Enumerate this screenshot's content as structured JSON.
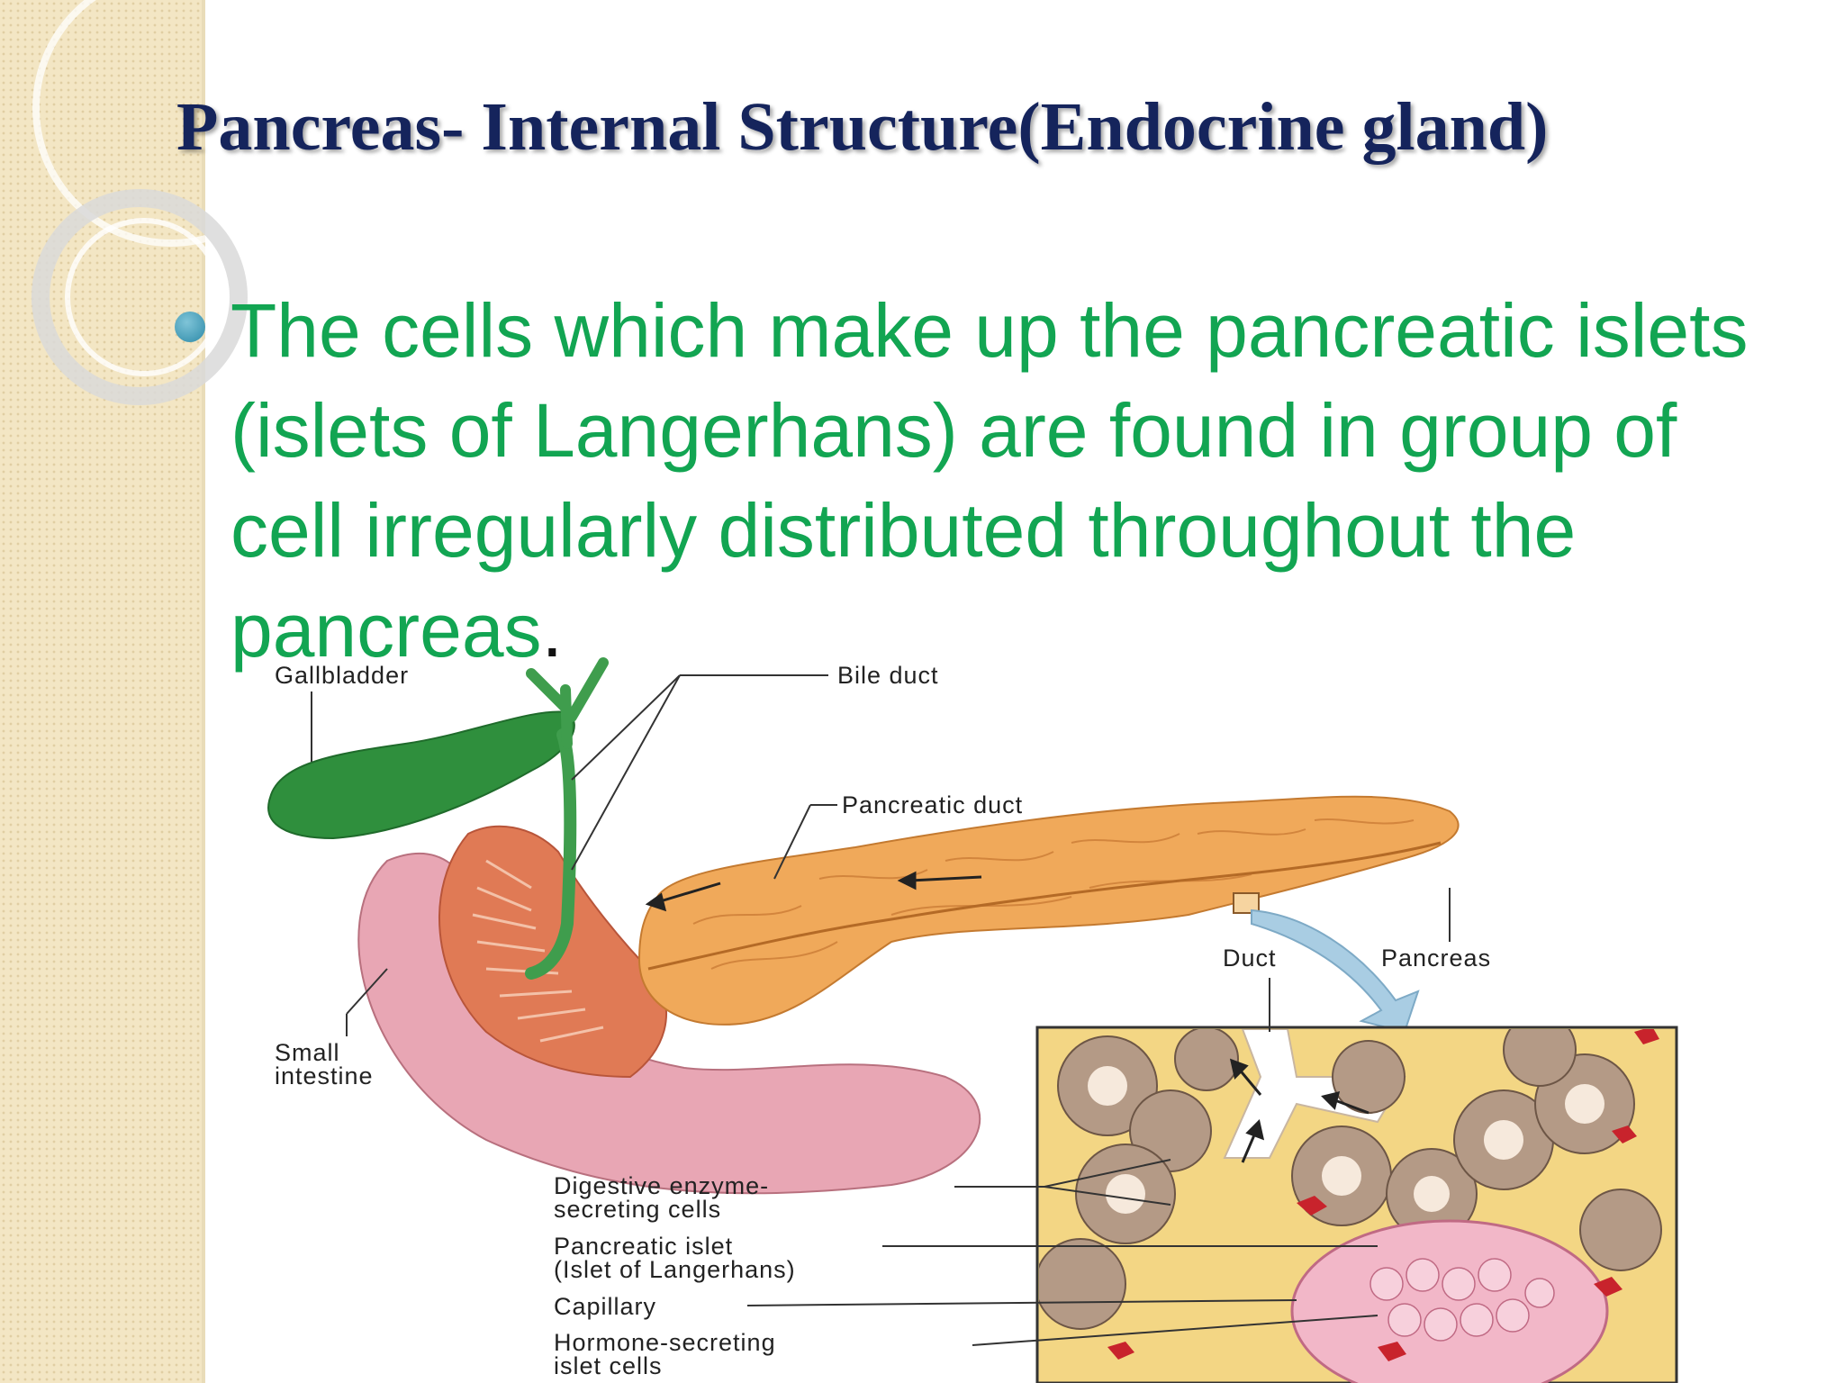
{
  "slide": {
    "title": "Pancreas- Internal Structure(Endocrine gland)",
    "bullet_lines": [
      "The cells which make up the pancreatic islets",
      "(islets of Langerhans) are found in group of",
      "cell irregularly distributed throughout the",
      "pancreas"
    ],
    "bullet_end_punct": "."
  },
  "diagram": {
    "labels": {
      "gallbladder": "Gallbladder",
      "bile_duct": "Bile duct",
      "pancreatic_duct": "Pancreatic duct",
      "duct": "Duct",
      "pancreas": "Pancreas",
      "small_intestine_1": "Small",
      "small_intestine_2": "intestine",
      "digestive_1": "Digestive enzyme-",
      "digestive_2": "secreting cells",
      "islet_1": "Pancreatic islet",
      "islet_2": "(Islet of Langerhans)",
      "capillary": "Capillary",
      "hormone_1": "Hormone-secreting",
      "hormone_2": "islet cells"
    }
  },
  "colors": {
    "title": "#15245c",
    "bullet_text": "#12a552",
    "bullet_dot": "#2d8aa8",
    "sidebar": "#f3e6c4",
    "gallbladder": "#2f8f3d",
    "pancreas": "#f0a95a",
    "intestine": "#e8a6b4"
  }
}
